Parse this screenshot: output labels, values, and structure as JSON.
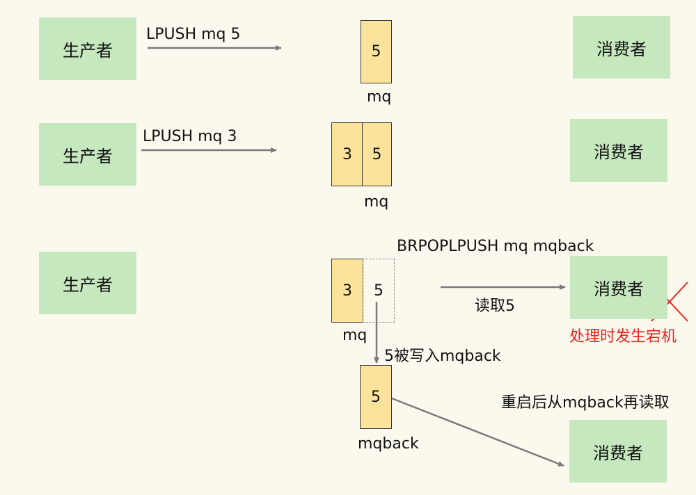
{
  "rows": [
    {
      "producer": "生产者",
      "command": "LPUSH mq 5",
      "queue_values": [
        "5"
      ],
      "queue_label": "mq",
      "consumer": "消费者"
    },
    {
      "producer": "生产者",
      "command": "LPUSH mq 3",
      "queue_values": [
        "3",
        "5"
      ],
      "queue_label": "mq",
      "consumer": "消费者"
    },
    {
      "producer": "生产者",
      "command": "BRPOPLPUSH mq mqback",
      "queue_values": [
        "3",
        "5"
      ],
      "queue_label": "mq",
      "consumer": "消费者",
      "read_label": "读取5",
      "crash_label": "处理时发生宕机",
      "write_label": "5被写入mqback"
    }
  ],
  "backup": {
    "values": [
      "5"
    ],
    "label": "mqback",
    "reread_label": "重启后从mqback再读取",
    "consumer": "消费者"
  },
  "colors": {
    "green": "#c6e8bf",
    "yellow": "#fbe39b",
    "arrow": "#7a7a7a",
    "crash": "#e8231c"
  }
}
